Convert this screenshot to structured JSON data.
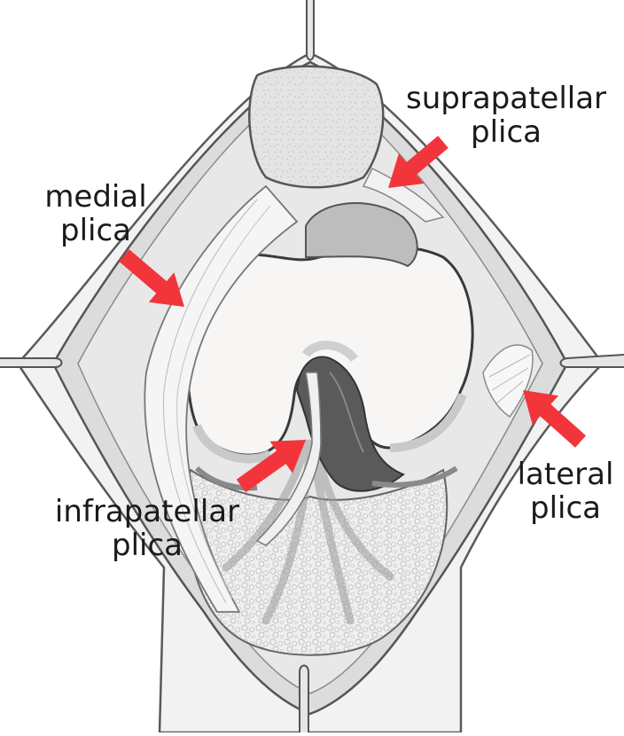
{
  "labels": {
    "suprapatellar": [
      "suprapatellar",
      "plica"
    ],
    "medial": [
      "medial",
      "plica"
    ],
    "lateral": [
      "lateral",
      "plica"
    ],
    "infrapatellar": [
      "infrapatellar",
      "plica"
    ]
  },
  "colors": {
    "arrow": "#f2353b",
    "outline": "#4a4a4a",
    "skin": "#f3f2f2",
    "tissue": "#d6d6d6",
    "cartilage": "#f7f6f5",
    "dark_notch": "#555555"
  }
}
